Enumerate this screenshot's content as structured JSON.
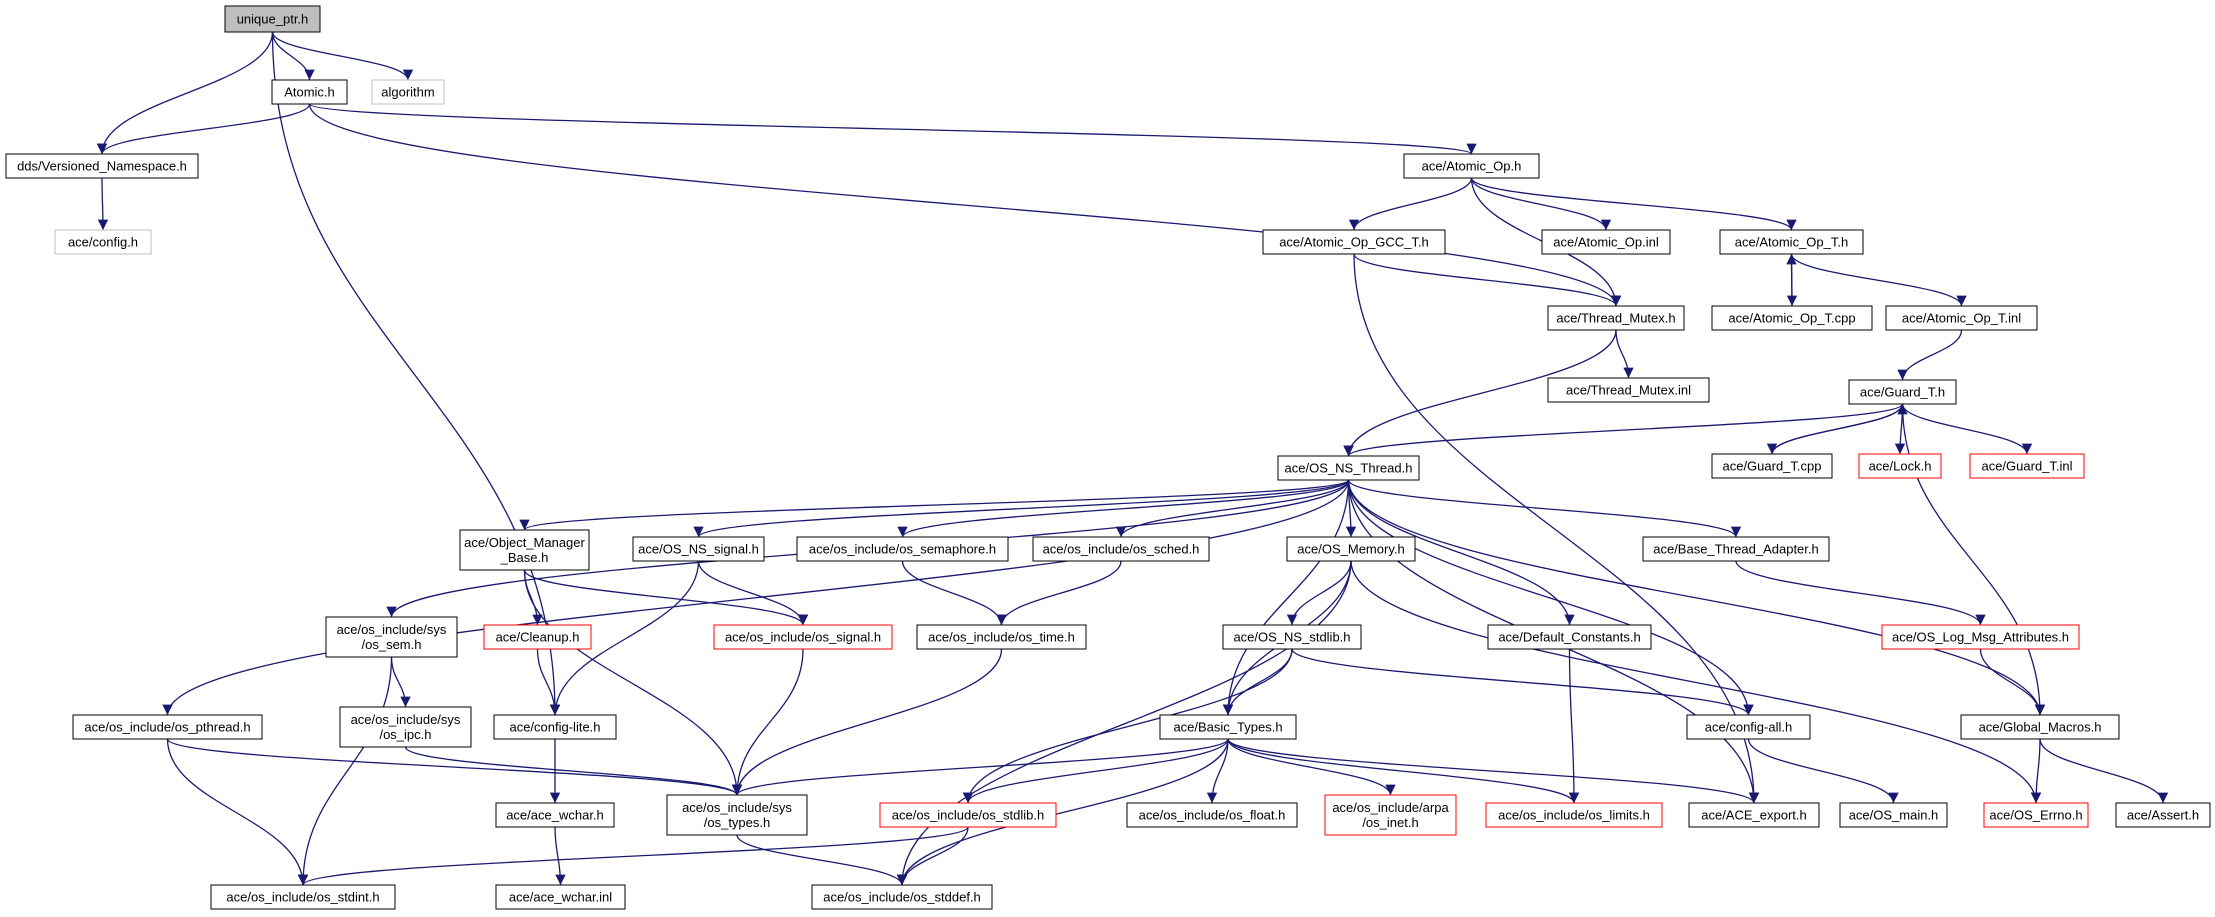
{
  "nodes": [
    {
      "id": "unique_ptr",
      "lines": [
        "unique_ptr.h"
      ],
      "style": "root"
    },
    {
      "id": "atomic",
      "lines": [
        "Atomic.h"
      ],
      "style": "normal"
    },
    {
      "id": "algorithm",
      "lines": [
        "algorithm"
      ],
      "style": "external"
    },
    {
      "id": "versioned_ns",
      "lines": [
        "dds/Versioned_Namespace.h"
      ],
      "style": "normal"
    },
    {
      "id": "config_h",
      "lines": [
        "ace/config.h"
      ],
      "style": "external"
    },
    {
      "id": "atomic_op",
      "lines": [
        "ace/Atomic_Op.h"
      ],
      "style": "normal"
    },
    {
      "id": "atomic_op_gcc",
      "lines": [
        "ace/Atomic_Op_GCC_T.h"
      ],
      "style": "normal"
    },
    {
      "id": "atomic_op_inl",
      "lines": [
        "ace/Atomic_Op.inl"
      ],
      "style": "normal"
    },
    {
      "id": "atomic_op_t",
      "lines": [
        "ace/Atomic_Op_T.h"
      ],
      "style": "normal"
    },
    {
      "id": "thread_mutex",
      "lines": [
        "ace/Thread_Mutex.h"
      ],
      "style": "normal"
    },
    {
      "id": "atomic_op_t_cpp",
      "lines": [
        "ace/Atomic_Op_T.cpp"
      ],
      "style": "normal"
    },
    {
      "id": "atomic_op_t_inl",
      "lines": [
        "ace/Atomic_Op_T.inl"
      ],
      "style": "normal"
    },
    {
      "id": "thread_mutex_inl",
      "lines": [
        "ace/Thread_Mutex.inl"
      ],
      "style": "normal"
    },
    {
      "id": "guard_t",
      "lines": [
        "ace/Guard_T.h"
      ],
      "style": "normal"
    },
    {
      "id": "os_ns_thread",
      "lines": [
        "ace/OS_NS_Thread.h"
      ],
      "style": "normal"
    },
    {
      "id": "guard_t_cpp",
      "lines": [
        "ace/Guard_T.cpp"
      ],
      "style": "normal"
    },
    {
      "id": "lock",
      "lines": [
        "ace/Lock.h"
      ],
      "style": "truncated"
    },
    {
      "id": "guard_t_inl",
      "lines": [
        "ace/Guard_T.inl"
      ],
      "style": "truncated"
    },
    {
      "id": "obj_mgr_base",
      "lines": [
        "ace/Object_Manager",
        "_Base.h"
      ],
      "style": "normal"
    },
    {
      "id": "os_ns_signal",
      "lines": [
        "ace/OS_NS_signal.h"
      ],
      "style": "normal"
    },
    {
      "id": "os_semaphore",
      "lines": [
        "ace/os_include/os_semaphore.h"
      ],
      "style": "normal"
    },
    {
      "id": "os_sched",
      "lines": [
        "ace/os_include/os_sched.h"
      ],
      "style": "normal"
    },
    {
      "id": "os_memory",
      "lines": [
        "ace/OS_Memory.h"
      ],
      "style": "normal"
    },
    {
      "id": "base_thread_adapter",
      "lines": [
        "ace/Base_Thread_Adapter.h"
      ],
      "style": "normal"
    },
    {
      "id": "os_sem",
      "lines": [
        "ace/os_include/sys",
        "/os_sem.h"
      ],
      "style": "normal"
    },
    {
      "id": "cleanup",
      "lines": [
        "ace/Cleanup.h"
      ],
      "style": "truncated"
    },
    {
      "id": "os_signal",
      "lines": [
        "ace/os_include/os_signal.h"
      ],
      "style": "truncated"
    },
    {
      "id": "os_time",
      "lines": [
        "ace/os_include/os_time.h"
      ],
      "style": "normal"
    },
    {
      "id": "os_ns_stdlib",
      "lines": [
        "ace/OS_NS_stdlib.h"
      ],
      "style": "normal"
    },
    {
      "id": "default_constants",
      "lines": [
        "ace/Default_Constants.h"
      ],
      "style": "normal"
    },
    {
      "id": "os_log_msg_attr",
      "lines": [
        "ace/OS_Log_Msg_Attributes.h"
      ],
      "style": "truncated"
    },
    {
      "id": "os_pthread",
      "lines": [
        "ace/os_include/os_pthread.h"
      ],
      "style": "normal"
    },
    {
      "id": "os_ipc",
      "lines": [
        "ace/os_include/sys",
        "/os_ipc.h"
      ],
      "style": "normal"
    },
    {
      "id": "config_lite",
      "lines": [
        "ace/config-lite.h"
      ],
      "style": "normal"
    },
    {
      "id": "basic_types",
      "lines": [
        "ace/Basic_Types.h"
      ],
      "style": "normal"
    },
    {
      "id": "config_all",
      "lines": [
        "ace/config-all.h"
      ],
      "style": "normal"
    },
    {
      "id": "global_macros",
      "lines": [
        "ace/Global_Macros.h"
      ],
      "style": "normal"
    },
    {
      "id": "ace_wchar",
      "lines": [
        "ace/ace_wchar.h"
      ],
      "style": "normal"
    },
    {
      "id": "os_types",
      "lines": [
        "ace/os_include/sys",
        "/os_types.h"
      ],
      "style": "normal"
    },
    {
      "id": "os_stdlib",
      "lines": [
        "ace/os_include/os_stdlib.h"
      ],
      "style": "truncated"
    },
    {
      "id": "os_float",
      "lines": [
        "ace/os_include/os_float.h"
      ],
      "style": "normal"
    },
    {
      "id": "os_inet",
      "lines": [
        "ace/os_include/arpa",
        "/os_inet.h"
      ],
      "style": "truncated"
    },
    {
      "id": "os_limits",
      "lines": [
        "ace/os_include/os_limits.h"
      ],
      "style": "truncated"
    },
    {
      "id": "ace_export",
      "lines": [
        "ace/ACE_export.h"
      ],
      "style": "normal"
    },
    {
      "id": "os_main",
      "lines": [
        "ace/OS_main.h"
      ],
      "style": "normal"
    },
    {
      "id": "os_errno",
      "lines": [
        "ace/OS_Errno.h"
      ],
      "style": "truncated"
    },
    {
      "id": "assert",
      "lines": [
        "ace/Assert.h"
      ],
      "style": "normal"
    },
    {
      "id": "os_stdint",
      "lines": [
        "ace/os_include/os_stdint.h"
      ],
      "style": "normal"
    },
    {
      "id": "ace_wchar_inl",
      "lines": [
        "ace/ace_wchar.inl"
      ],
      "style": "normal"
    },
    {
      "id": "os_stddef",
      "lines": [
        "ace/os_include/os_stddef.h"
      ],
      "style": "normal"
    }
  ],
  "edges": [
    [
      "unique_ptr",
      "versioned_ns"
    ],
    [
      "unique_ptr",
      "atomic"
    ],
    [
      "unique_ptr",
      "algorithm"
    ],
    [
      "unique_ptr",
      "config_lite"
    ],
    [
      "atomic",
      "versioned_ns"
    ],
    [
      "atomic",
      "atomic_op"
    ],
    [
      "atomic",
      "thread_mutex"
    ],
    [
      "versioned_ns",
      "config_h"
    ],
    [
      "atomic_op",
      "atomic_op_gcc"
    ],
    [
      "atomic_op",
      "atomic_op_inl"
    ],
    [
      "atomic_op",
      "atomic_op_t"
    ],
    [
      "atomic_op",
      "thread_mutex"
    ],
    [
      "atomic_op_gcc",
      "thread_mutex"
    ],
    [
      "atomic_op_gcc",
      "ace_export"
    ],
    [
      "atomic_op_t",
      "atomic_op_t_cpp"
    ],
    [
      "atomic_op_t_cpp",
      "atomic_op_t"
    ],
    [
      "atomic_op_t",
      "atomic_op_t_inl"
    ],
    [
      "atomic_op_t_inl",
      "guard_t"
    ],
    [
      "thread_mutex",
      "thread_mutex_inl"
    ],
    [
      "thread_mutex",
      "os_ns_thread"
    ],
    [
      "guard_t",
      "os_ns_thread"
    ],
    [
      "guard_t",
      "guard_t_cpp"
    ],
    [
      "guard_t_cpp",
      "guard_t"
    ],
    [
      "guard_t",
      "lock"
    ],
    [
      "guard_t",
      "guard_t_inl"
    ],
    [
      "guard_t",
      "global_macros"
    ],
    [
      "os_ns_thread",
      "os_pthread"
    ],
    [
      "os_ns_thread",
      "os_sem"
    ],
    [
      "os_ns_thread",
      "obj_mgr_base"
    ],
    [
      "os_ns_thread",
      "os_ns_signal"
    ],
    [
      "os_ns_thread",
      "os_semaphore"
    ],
    [
      "os_ns_thread",
      "os_sched"
    ],
    [
      "os_ns_thread",
      "os_memory"
    ],
    [
      "os_ns_thread",
      "base_thread_adapter"
    ],
    [
      "os_ns_thread",
      "basic_types"
    ],
    [
      "os_ns_thread",
      "default_constants"
    ],
    [
      "os_ns_thread",
      "config_all"
    ],
    [
      "os_ns_thread",
      "ace_export"
    ],
    [
      "os_ns_thread",
      "global_macros"
    ],
    [
      "obj_mgr_base",
      "cleanup"
    ],
    [
      "obj_mgr_base",
      "os_signal"
    ],
    [
      "obj_mgr_base",
      "os_types"
    ],
    [
      "os_ns_signal",
      "os_signal"
    ],
    [
      "os_ns_signal",
      "config_lite"
    ],
    [
      "os_semaphore",
      "os_time"
    ],
    [
      "os_sched",
      "os_time"
    ],
    [
      "os_memory",
      "os_ns_stdlib"
    ],
    [
      "os_memory",
      "basic_types"
    ],
    [
      "os_memory",
      "os_errno"
    ],
    [
      "os_memory",
      "os_stddef"
    ],
    [
      "base_thread_adapter",
      "os_log_msg_attr"
    ],
    [
      "os_sem",
      "os_ipc"
    ],
    [
      "os_sem",
      "os_stdint"
    ],
    [
      "cleanup",
      "config_lite"
    ],
    [
      "os_signal",
      "os_types"
    ],
    [
      "os_time",
      "os_types"
    ],
    [
      "os_ns_stdlib",
      "basic_types"
    ],
    [
      "os_ns_stdlib",
      "os_stdlib"
    ],
    [
      "os_ns_stdlib",
      "config_all"
    ],
    [
      "default_constants",
      "os_limits"
    ],
    [
      "os_log_msg_attr",
      "global_macros"
    ],
    [
      "os_pthread",
      "os_types"
    ],
    [
      "os_pthread",
      "os_stdint"
    ],
    [
      "os_ipc",
      "os_types"
    ],
    [
      "config_lite",
      "ace_wchar"
    ],
    [
      "basic_types",
      "os_types"
    ],
    [
      "basic_types",
      "os_stdlib"
    ],
    [
      "basic_types",
      "os_float"
    ],
    [
      "basic_types",
      "os_inet"
    ],
    [
      "basic_types",
      "os_limits"
    ],
    [
      "basic_types",
      "ace_export"
    ],
    [
      "basic_types",
      "os_stddef"
    ],
    [
      "config_all",
      "os_main"
    ],
    [
      "global_macros",
      "os_errno"
    ],
    [
      "global_macros",
      "assert"
    ],
    [
      "ace_wchar",
      "ace_wchar_inl"
    ],
    [
      "os_types",
      "os_stddef"
    ],
    [
      "os_stdlib",
      "os_stdint"
    ],
    [
      "os_stdlib",
      "os_stddef"
    ]
  ]
}
